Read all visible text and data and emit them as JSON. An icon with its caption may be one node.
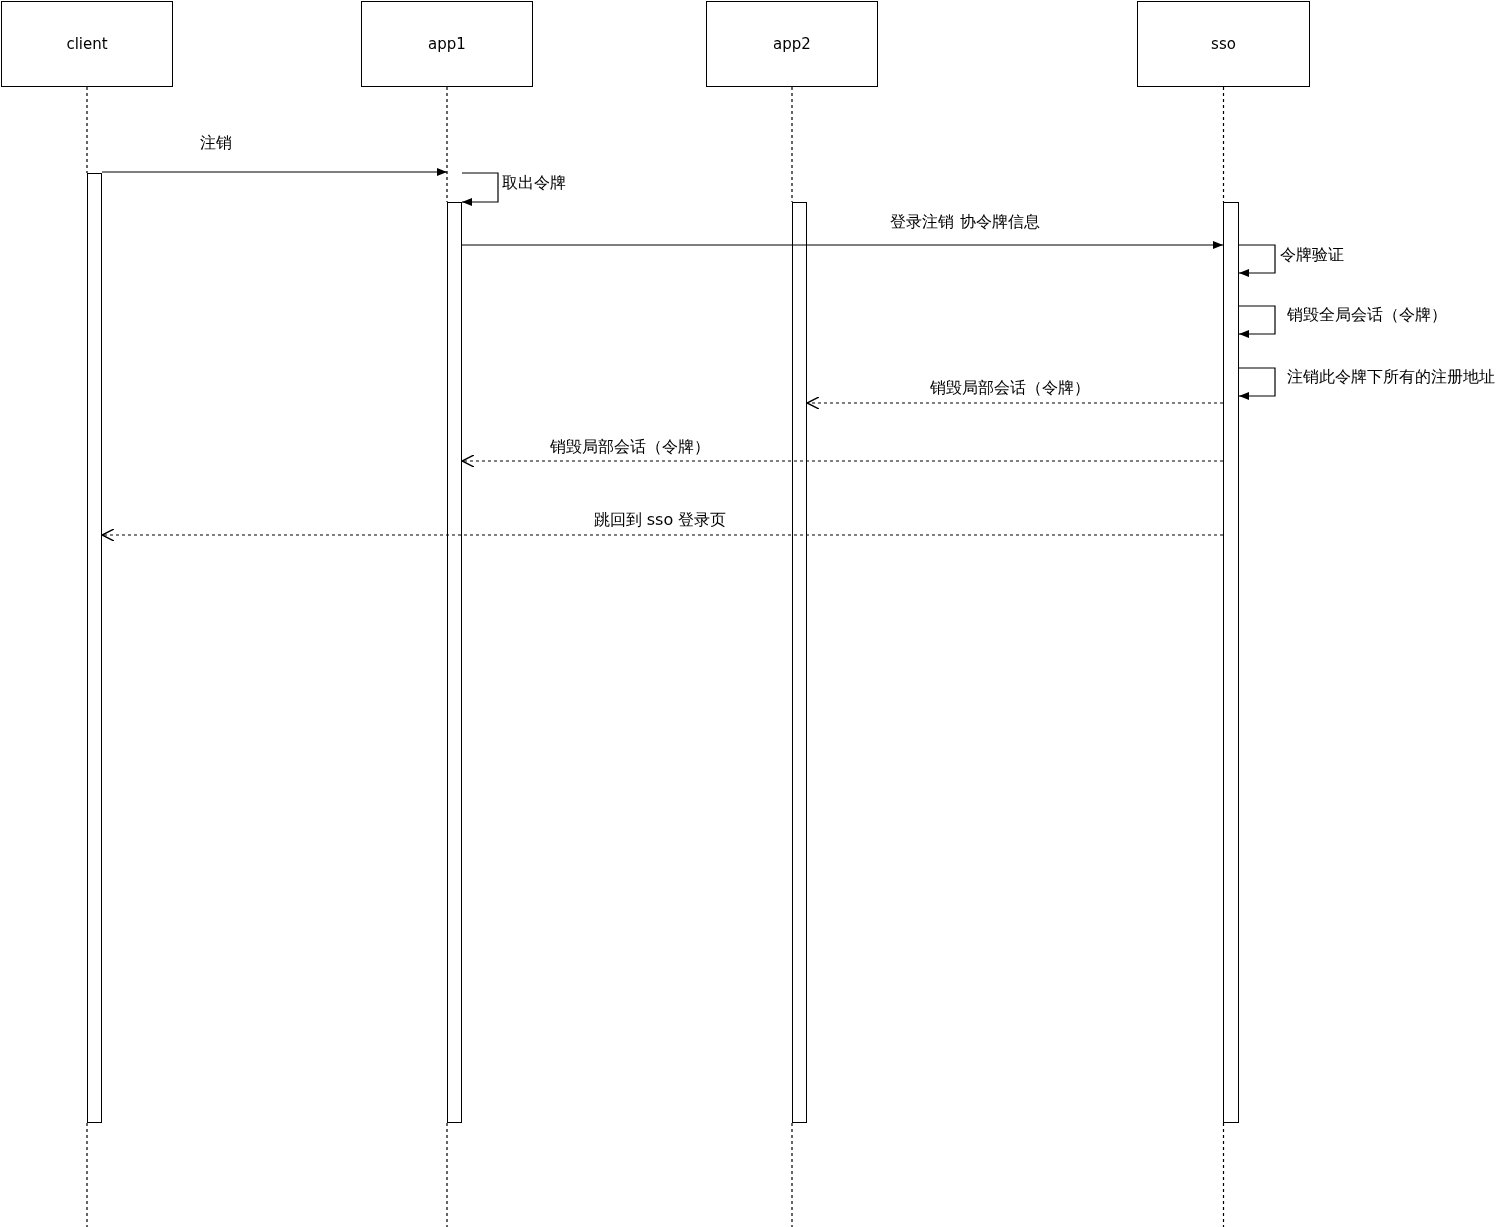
{
  "diagram": {
    "nodes": [
      {
        "text": [
          "client"
        ]
      },
      {
        "text": [
          "app1"
        ]
      },
      {
        "text": [
          "app2"
        ]
      },
      {
        "text": [
          "sso"
        ]
      },
      {
        "text": [],
        "shape": "bar"
      },
      {
        "text": [],
        "shape": "bar"
      },
      {
        "text": [],
        "shape": "bar"
      },
      {
        "text": [],
        "shape": "bar"
      }
    ],
    "edges": [
      {
        "from": 0,
        "to": 4,
        "arrow": "none",
        "style": "dashed"
      },
      {
        "from": 1,
        "to": 5,
        "arrow": "none",
        "style": "dashed"
      },
      {
        "from": 2,
        "to": 6,
        "arrow": "none",
        "style": "dashed"
      },
      {
        "from": 3,
        "to": 7,
        "arrow": "none",
        "style": "dashed"
      },
      {
        "from": 4,
        "to": 5,
        "arrow": "to",
        "label": "注销"
      },
      {
        "from": 5,
        "to": 5,
        "arrow": "to",
        "label": "取出令牌"
      },
      {
        "from": 5,
        "to": 7,
        "arrow": "to",
        "label": "登录注销 协令牌信息"
      },
      {
        "from": 7,
        "to": 7,
        "arrow": "to",
        "label": "令牌验证"
      },
      {
        "from": 7,
        "to": 7,
        "arrow": "to",
        "label": "销毁全局会话（令牌）"
      },
      {
        "from": 7,
        "to": 7,
        "arrow": "to",
        "label": "注销此令牌下所有的注册地址"
      },
      {
        "from": 7,
        "to": 6,
        "arrow": "to",
        "label": "销毁局部会话（令牌）",
        "style": "dashed"
      },
      {
        "from": 7,
        "to": 5,
        "arrow": "to",
        "label": "销毁局部会话（令牌）",
        "style": "dashed"
      },
      {
        "from": 7,
        "to": 4,
        "arrow": "to",
        "label": "跳回到 sso 登录页",
        "style": "dashed"
      }
    ]
  }
}
